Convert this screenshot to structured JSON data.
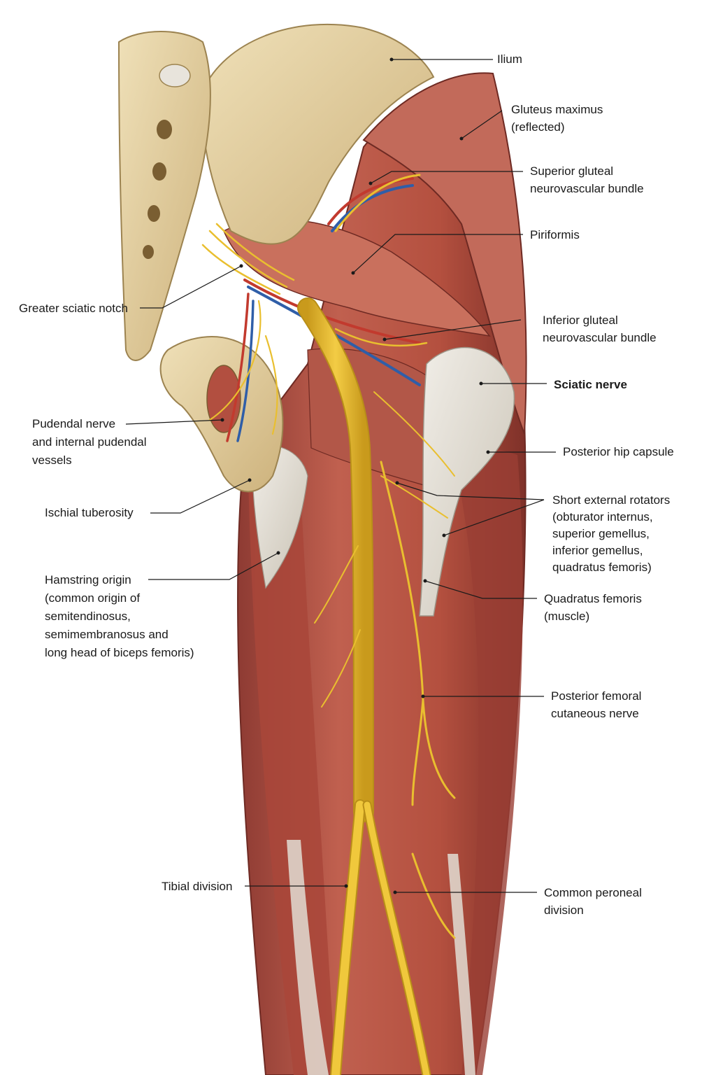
{
  "labels": {
    "ilium": [
      "Ilium"
    ],
    "gluteus_maximus": [
      "Gluteus maximus",
      "(reflected)"
    ],
    "superior_gluteal": [
      "Superior gluteal",
      "neurovascular bundle"
    ],
    "piriformis": [
      "Piriformis"
    ],
    "greater_sciatic_notch": [
      "Greater sciatic notch"
    ],
    "inferior_gluteal": [
      "Inferior gluteal",
      "neurovascular bundle"
    ],
    "sciatic_nerve": [
      "Sciatic nerve"
    ],
    "pudendal": [
      "Pudendal nerve",
      "and internal pudendal",
      "vessels"
    ],
    "posterior_hip_capsule": [
      "Posterior hip capsule"
    ],
    "short_external_rotators": [
      "Short external rotators",
      "(obturator internus,",
      "superior gemellus,",
      "inferior gemellus,",
      "quadratus femoris)"
    ],
    "ischial_tuberosity": [
      "Ischial tuberosity"
    ],
    "hamstring_origin": [
      "Hamstring origin",
      "(common origin of",
      "semitendinosus,",
      "semimembranosus and",
      "long head of biceps femoris)"
    ],
    "quadratus_femoris": [
      "Quadratus femoris",
      "(muscle)"
    ],
    "posterior_femoral_cutaneous": [
      "Posterior femoral",
      "cutaneous nerve"
    ],
    "tibial_division": [
      "Tibial division"
    ],
    "common_peroneal": [
      "Common peroneal",
      "division"
    ]
  },
  "colors": {
    "bone": "#e6d3a6",
    "bone_shadow": "#c9b07c",
    "muscle": "#b9574a",
    "muscle_dark": "#8e3b33",
    "muscle_light": "#d98a78",
    "tendon": "#e4e0d8",
    "nerve": "#e9bf2f",
    "nerve_edge": "#b98f18",
    "artery": "#c23a2e",
    "vein": "#2f5ea8"
  }
}
